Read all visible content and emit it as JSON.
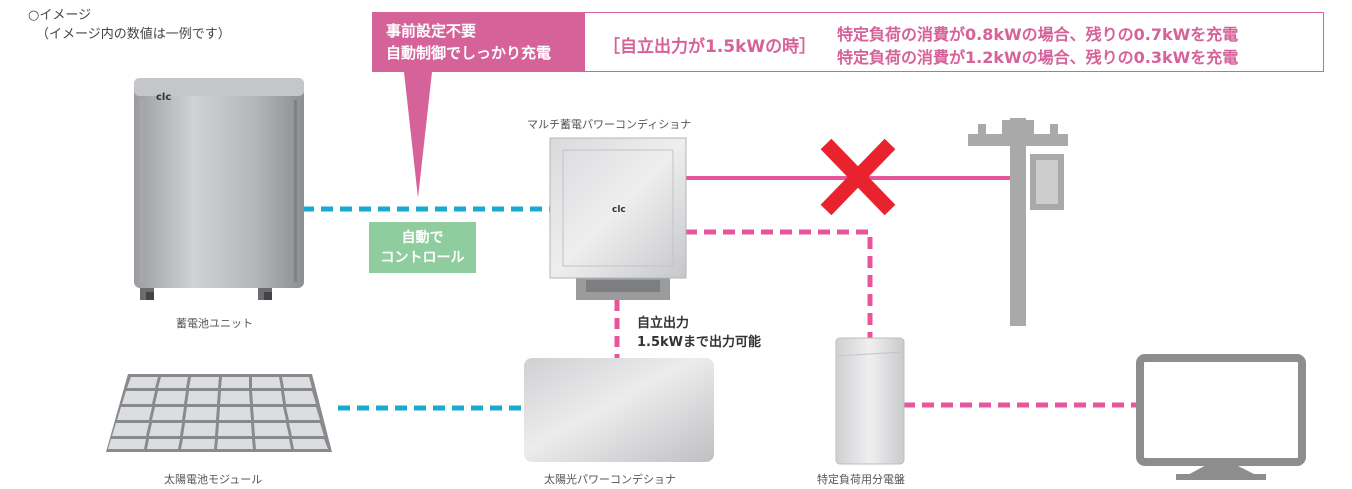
{
  "header": {
    "line1": "○イメージ",
    "line2": "（イメージ内の数値は一例です）"
  },
  "callout": {
    "line1": "事前設定不要",
    "line2": "自動制御でしっかり充電"
  },
  "info": {
    "condition": "［自立出力が1.5kWの時］",
    "case1": "特定負荷の消費が0.8kWの場合、残りの0.7kWを充電",
    "case2": "特定負荷の消費が1.2kWの場合、残りの0.3kWを充電"
  },
  "devices": {
    "battery_brand": "clc",
    "pcs_brand": "clc",
    "battery_label": "蓄電池ユニット",
    "pcs_label": "マルチ蓄電パワーコンディショナ",
    "solar_label": "太陽電池モジュール",
    "solar_pcs_label": "太陽光パワーコンデショナ",
    "panel_label": "特定負荷用分電盤"
  },
  "auto_control": {
    "line1": "自動で",
    "line2": "コントロール"
  },
  "self_output": {
    "line1": "自立出力",
    "line2": "1.5kWまで出力可能"
  },
  "colors": {
    "pink": "#e8559c",
    "blue": "#1aa9d1",
    "callout": "#d6629a",
    "green": "#8fcd9f",
    "red_x": "#e8232d",
    "pole_gray": "#aaaaaa"
  }
}
